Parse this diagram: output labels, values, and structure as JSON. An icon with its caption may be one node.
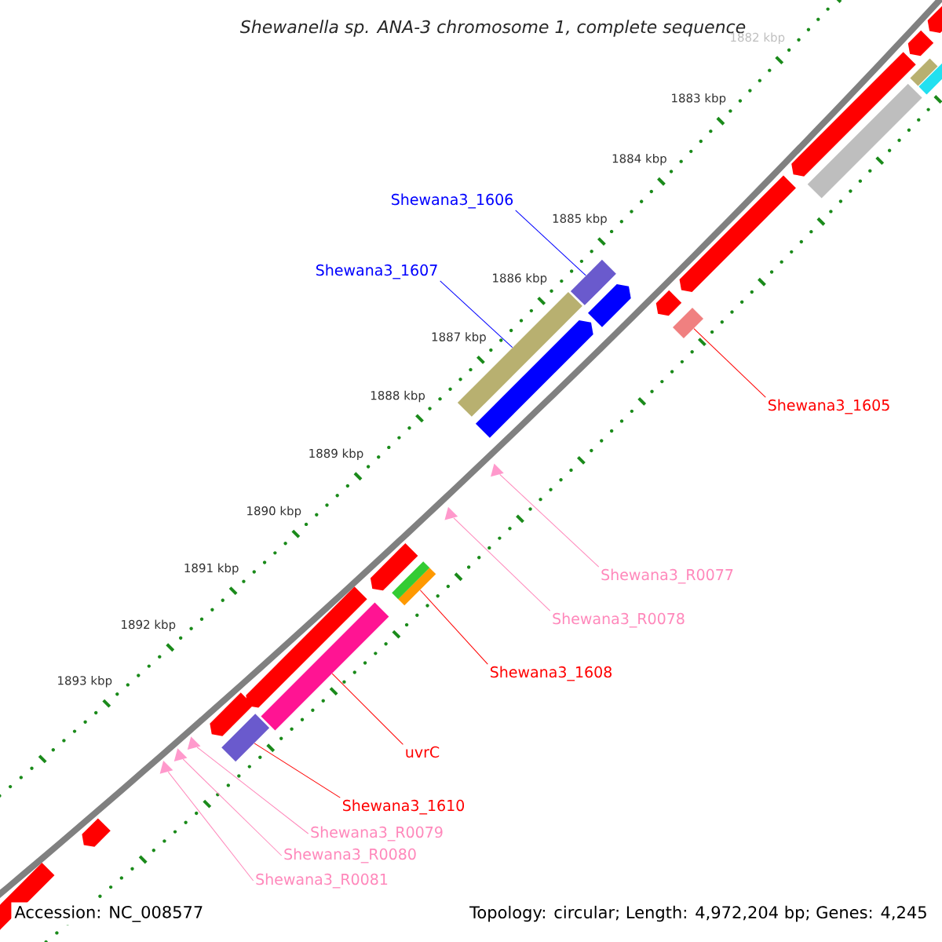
{
  "diagram": {
    "title": "Shewanella sp. ANA-3 chromosome 1, complete sequence",
    "nodes": [
      {
        "text": [
          "Shewana3_1606"
        ]
      },
      {
        "text": [],
        "shape": "box"
      },
      {
        "text": [
          "Shewana3_1607"
        ]
      },
      {
        "text": [],
        "shape": "box"
      },
      {
        "text": [
          "Shewana3_1605"
        ]
      },
      {
        "text": [],
        "shape": "box"
      },
      {
        "text": [
          "Shewana3_R0077"
        ]
      },
      {
        "text": [],
        "shape": "triangle"
      },
      {
        "text": [
          "Shewana3_R0078"
        ]
      },
      {
        "text": [],
        "shape": "triangle"
      },
      {
        "text": [
          "Shewana3_1608"
        ]
      },
      {
        "text": [],
        "shape": "box"
      },
      {
        "text": [
          "uvrC"
        ]
      },
      {
        "text": [],
        "shape": "box"
      },
      {
        "text": [
          "Shewana3_1610"
        ]
      },
      {
        "text": [],
        "shape": "box"
      },
      {
        "text": [
          "Shewana3_R0079"
        ]
      },
      {
        "text": [],
        "shape": "triangle"
      },
      {
        "text": [
          "Shewana3_R0080"
        ]
      },
      {
        "text": [],
        "shape": "triangle"
      },
      {
        "text": [
          "Shewana3_R0081"
        ]
      },
      {
        "text": [],
        "shape": "triangle"
      },
      {
        "text": [],
        "shape": "arrow"
      },
      {
        "text": [],
        "shape": "arrow"
      },
      {
        "text": [],
        "shape": "arrow"
      },
      {
        "text": [],
        "shape": "arrow"
      },
      {
        "text": [],
        "shape": "arrow"
      },
      {
        "text": [],
        "shape": "bar"
      },
      {
        "text": [],
        "shape": "arrow"
      },
      {
        "text": [],
        "shape": "arrow"
      },
      {
        "text": [],
        "shape": "arrow"
      },
      {
        "text": [],
        "shape": "arrow"
      },
      {
        "text": [],
        "shape": "bar"
      },
      {
        "text": [],
        "shape": "arrow"
      },
      {
        "text": [],
        "shape": "arrow"
      },
      {
        "text": [],
        "shape": "bar"
      },
      {
        "text": [],
        "shape": "arrow"
      },
      {
        "text": [],
        "shape": "bar"
      }
    ],
    "edges": [
      {
        "from": 0,
        "to": 1,
        "arrow": "none",
        "color": "#0000ff"
      },
      {
        "from": 2,
        "to": 3,
        "arrow": "none",
        "color": "#0000ff"
      },
      {
        "from": 4,
        "to": 5,
        "arrow": "none",
        "color": "#ff0000"
      },
      {
        "from": 6,
        "to": 7,
        "arrow": "none",
        "color": "#ff88bb"
      },
      {
        "from": 8,
        "to": 9,
        "arrow": "none",
        "color": "#ff88bb"
      },
      {
        "from": 10,
        "to": 11,
        "arrow": "none",
        "color": "#ff0000"
      },
      {
        "from": 12,
        "to": 13,
        "arrow": "none",
        "color": "#ff0000"
      },
      {
        "from": 14,
        "to": 15,
        "arrow": "none",
        "color": "#ff0000"
      },
      {
        "from": 16,
        "to": 17,
        "arrow": "none",
        "color": "#ff88bb"
      },
      {
        "from": 18,
        "to": 19,
        "arrow": "none",
        "color": "#ff88bb"
      },
      {
        "from": 20,
        "to": 21,
        "arrow": "none",
        "color": "#ff88bb"
      }
    ],
    "labels": [
      "1882 kbp",
      "1883 kbp",
      "1884 kbp",
      "1885 kbp",
      "1886 kbp",
      "1887 kbp",
      "1888 kbp",
      "1889 kbp",
      "1890 kbp",
      "1891 kbp",
      "1892 kbp",
      "1893 kbp",
      "Accession: NC_008577",
      "Topology: circular; Length: 4,972,204 bp; Genes: 4,245"
    ]
  }
}
